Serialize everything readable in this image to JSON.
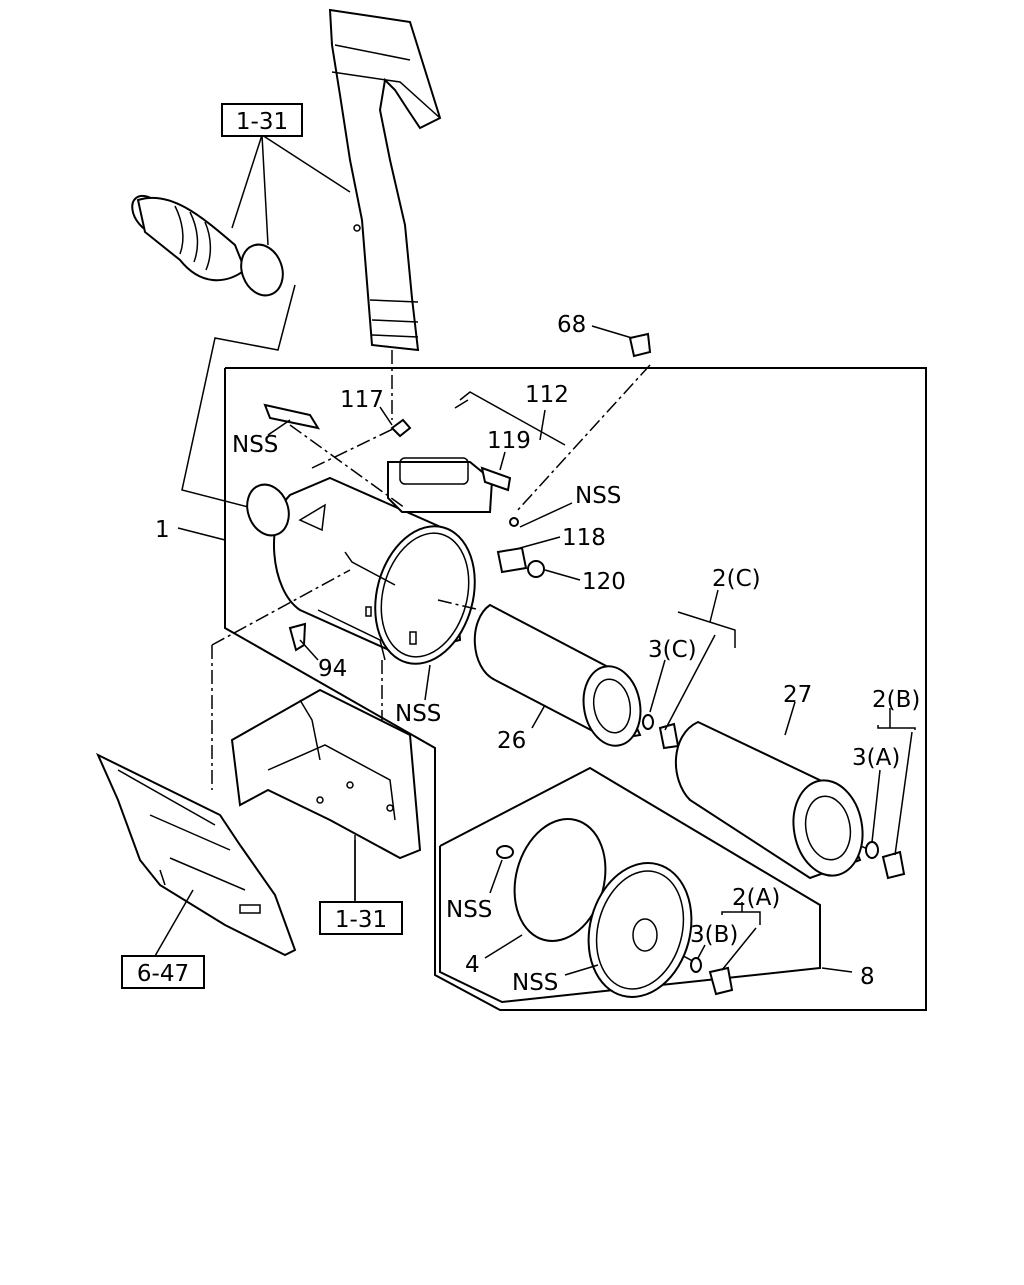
{
  "diagram": {
    "refs": {
      "ref_top": "1-31",
      "ref_bottom": "1-31",
      "ref_left": "6-47"
    },
    "labels": {
      "l1": "1",
      "l68": "68",
      "l117": "117",
      "l112": "112",
      "l119": "119",
      "nss1": "NSS",
      "nss2": "NSS",
      "l118": "118",
      "l120": "120",
      "l2c": "2(C)",
      "l3c": "3(C)",
      "l94": "94",
      "nss3": "NSS",
      "l26": "26",
      "l27": "27",
      "l2b": "2(B)",
      "l3a": "3(A)",
      "nss4": "NSS",
      "l2a": "2(A)",
      "l3b": "3(B)",
      "l4": "4",
      "nss5": "NSS",
      "l8": "8"
    }
  }
}
